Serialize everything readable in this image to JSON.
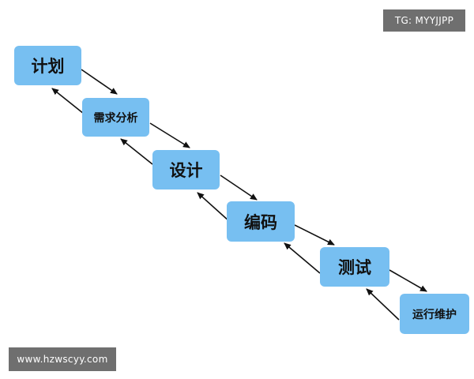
{
  "diagram": {
    "steps": [
      {
        "label": "计划"
      },
      {
        "label": "需求分析"
      },
      {
        "label": "设计"
      },
      {
        "label": "编码"
      },
      {
        "label": "测试"
      },
      {
        "label": "运行维护"
      }
    ],
    "box_color": "#77bff1",
    "arrow_color": "#111111"
  },
  "watermarks": {
    "top_right": "TG: MYYJJPP",
    "bottom_left": "www.hzwscyy.com"
  }
}
